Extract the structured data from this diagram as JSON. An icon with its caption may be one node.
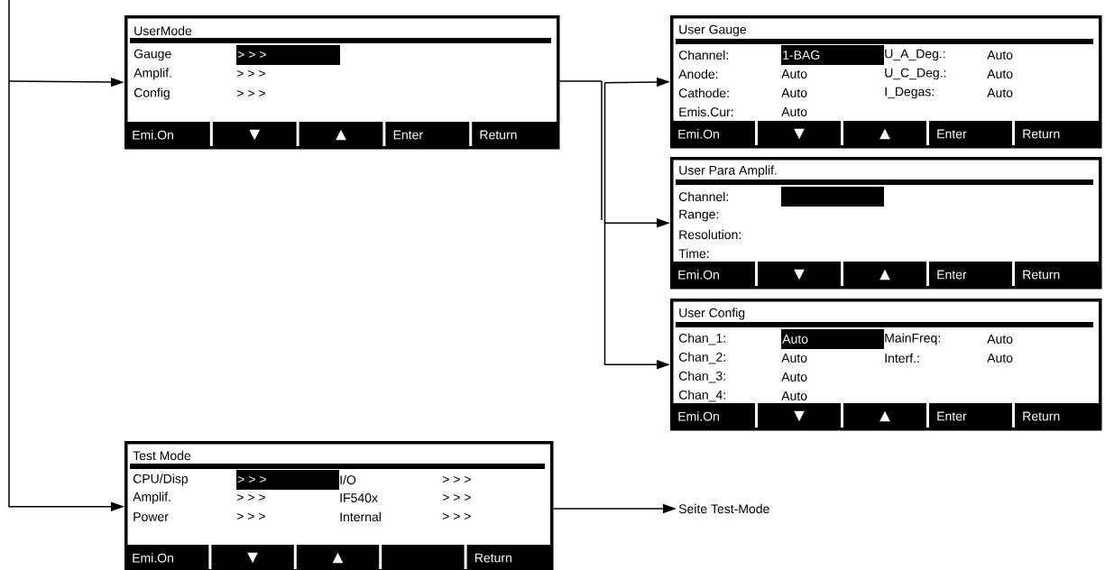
{
  "diagram": {
    "nodes": [
      {
        "text": [
          "UserMode",
          "Gauge",
          "> > >",
          "Amplif.",
          "> > >",
          "Config",
          "> > >",
          "Emi.On",
          "▼",
          "▲",
          "Enter",
          "Return"
        ]
      },
      {
        "text": [
          "User Gauge",
          "Channel:",
          "1-BAG",
          "U_A_Deg.:",
          "Auto",
          "Anode:",
          "Auto",
          "U_C_Deg.:",
          "Auto",
          "Cathode:",
          "Auto",
          "I_Degas:",
          "Auto",
          "Emis.Cur:",
          "Auto",
          "Emi.On",
          "▼",
          "▲",
          "Enter",
          "Return"
        ]
      },
      {
        "text": [
          "User Para Amplif.",
          "Channel:",
          "Range:",
          "Resolution:",
          "Time:",
          "Emi.On",
          "▼",
          "▲",
          "Enter",
          "Return"
        ]
      },
      {
        "text": [
          "User Config",
          "Chan_1:",
          "Auto",
          "MainFreq:",
          "Auto",
          "Chan_2:",
          "Auto",
          "Interf.:",
          "Auto",
          "Chan_3:",
          "Auto",
          "Chan_4:",
          "Auto",
          "Emi.On",
          "▼",
          "▲",
          "Enter",
          "Return"
        ]
      },
      {
        "text": [
          "Test Mode",
          "CPU/Disp",
          "> > >",
          "I/O",
          "> > >",
          "Amplif.",
          "> > >",
          "IF540x",
          "> > >",
          "Power",
          "> > >",
          "Internal",
          "> > >",
          "Emi.On",
          "▼",
          "▲",
          "Return"
        ]
      },
      {
        "text": [
          "Seite Test-Mode"
        ]
      }
    ],
    "edges": [
      {
        "from": null,
        "to": 0,
        "arrow": "to"
      },
      {
        "from": null,
        "to": 4,
        "arrow": "to"
      },
      {
        "from": 0,
        "to": 1,
        "arrow": "to"
      },
      {
        "from": 0,
        "to": 2,
        "arrow": "to"
      },
      {
        "from": 0,
        "to": 3,
        "arrow": "to"
      },
      {
        "from": 4,
        "to": 5,
        "arrow": "to"
      }
    ]
  }
}
